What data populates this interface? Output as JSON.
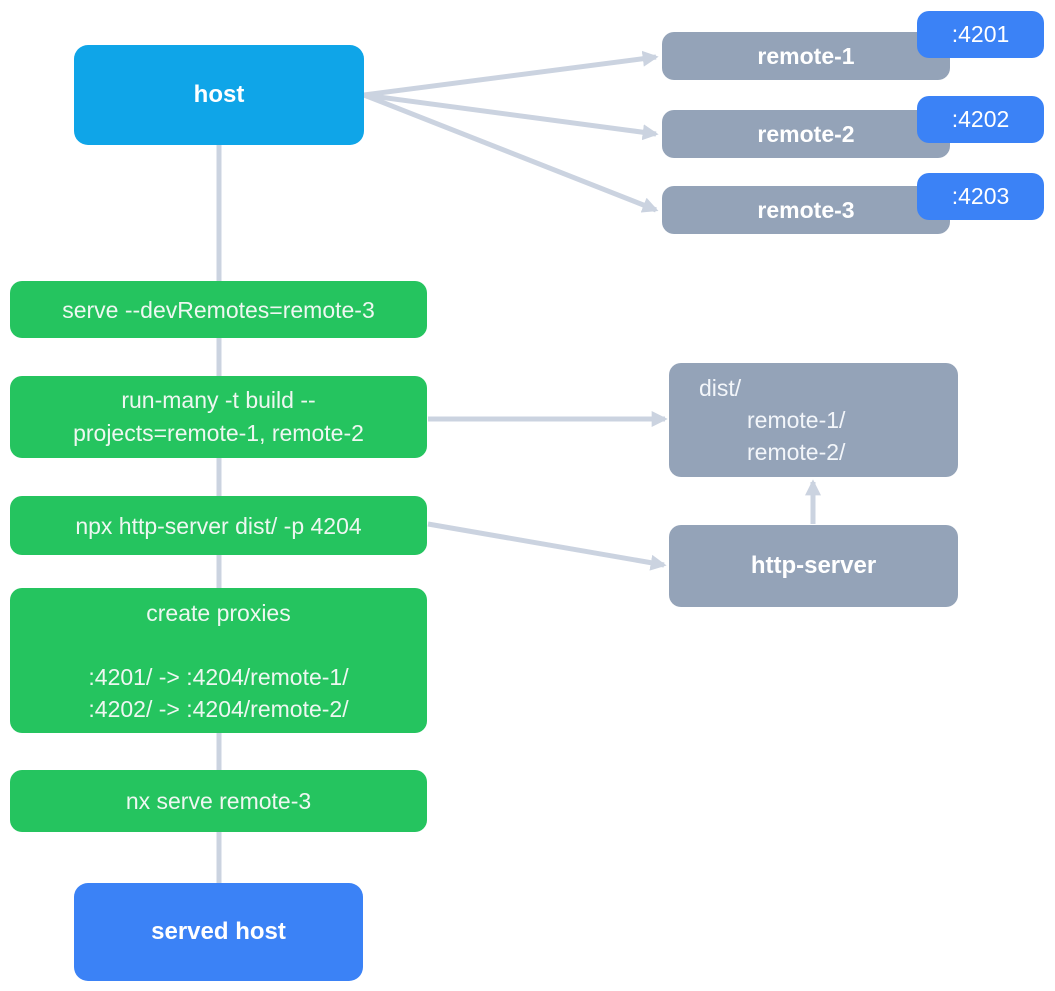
{
  "colors": {
    "host_blue": "#0fa5e8",
    "port_blue": "#3b82f6",
    "step_green": "#25c45f",
    "node_gray": "#94a3b8",
    "connector": "#cbd3e0"
  },
  "host": {
    "label": "host"
  },
  "remotes": [
    {
      "label": "remote-1",
      "port": ":4201"
    },
    {
      "label": "remote-2",
      "port": ":4202"
    },
    {
      "label": "remote-3",
      "port": ":4203"
    }
  ],
  "steps": [
    {
      "lines": [
        "serve --devRemotes=remote-3"
      ]
    },
    {
      "lines": [
        "run-many -t build --",
        "projects=remote-1, remote-2"
      ]
    },
    {
      "lines": [
        "npx http-server dist/ -p 4204"
      ]
    },
    {
      "lines": [
        "create proxies",
        "",
        ":4201/ -> :4204/remote-1/",
        ":4202/ -> :4204/remote-2/"
      ]
    },
    {
      "lines": [
        "nx serve remote-3"
      ]
    }
  ],
  "dist_box": {
    "lines": [
      "dist/",
      "remote-1/",
      "remote-2/"
    ]
  },
  "http_server": {
    "label": "http-server"
  },
  "served_host": {
    "label": "served host"
  }
}
